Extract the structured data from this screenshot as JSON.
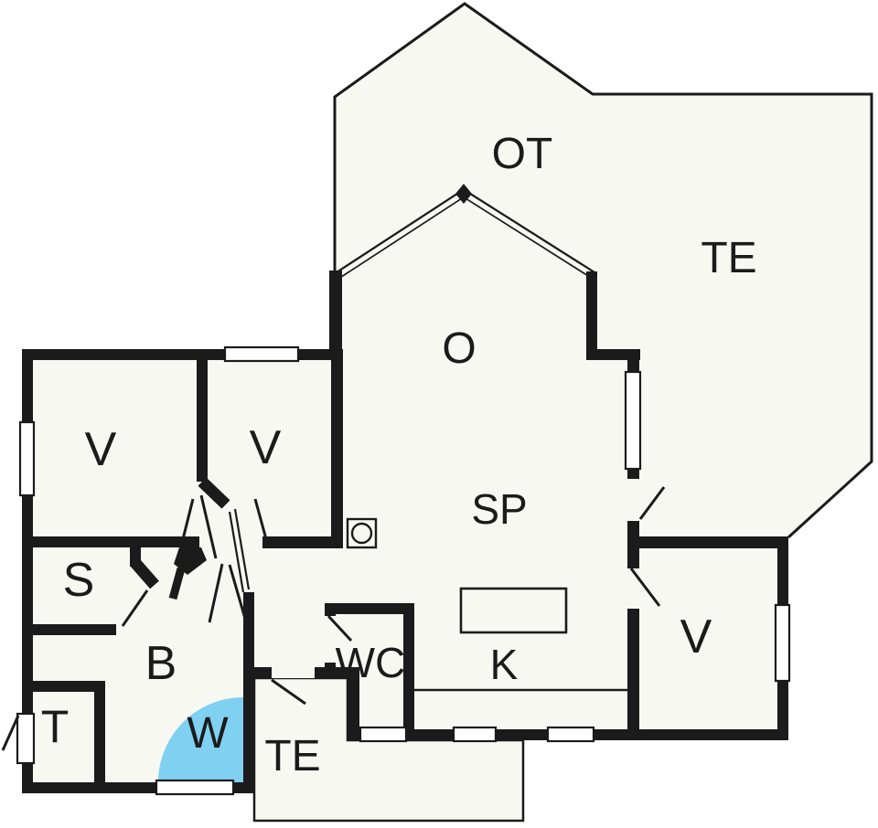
{
  "title": "Holiday house floor plan",
  "colors": {
    "background": "#ffffff",
    "floor": "#f8f8f3",
    "wall": "#1b1b1b",
    "shower_blue": "#7fd0f1",
    "label": "#1b1b1b"
  },
  "rooms": {
    "ot": {
      "label": "OT"
    },
    "te_right": {
      "label": "TE"
    },
    "o": {
      "label": "O"
    },
    "sp": {
      "label": "SP"
    },
    "k": {
      "label": "K"
    },
    "v1": {
      "label": "V"
    },
    "v2": {
      "label": "V"
    },
    "v3": {
      "label": "V"
    },
    "s": {
      "label": "S"
    },
    "b": {
      "label": "B"
    },
    "t": {
      "label": "T"
    },
    "w": {
      "label": "W"
    },
    "wc": {
      "label": "WC"
    },
    "te_bottom": {
      "label": "TE"
    }
  },
  "fixtures": {
    "stove": "wood-stove",
    "kitchen_island": "kitchen-island",
    "shower": "shower-corner",
    "windows": 8,
    "door_leaves": 12
  }
}
